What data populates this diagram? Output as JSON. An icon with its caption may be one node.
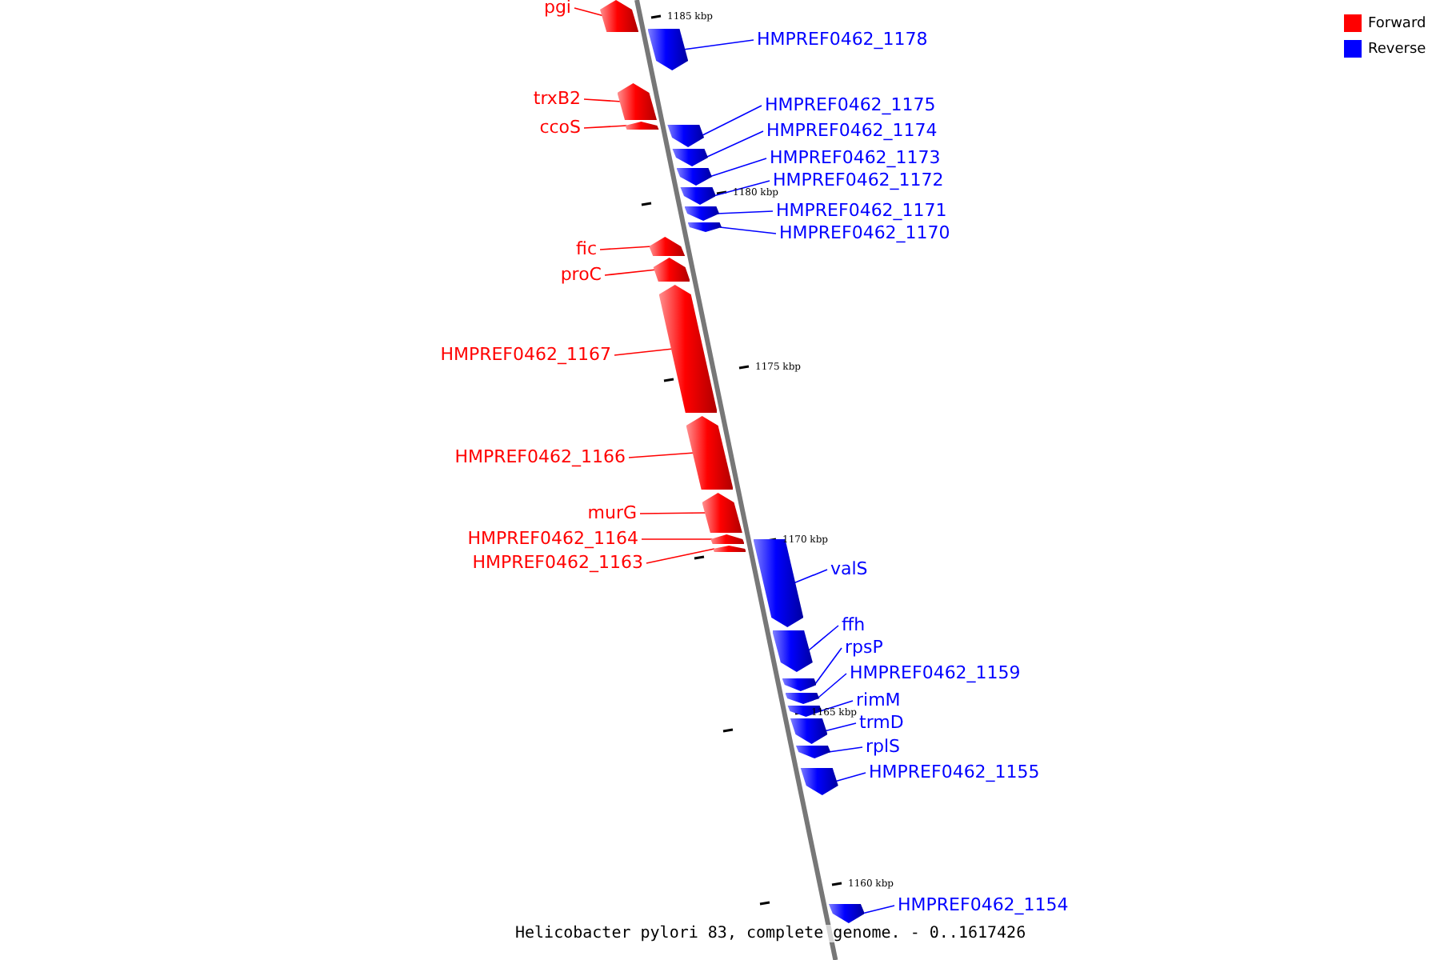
{
  "diagram": {
    "nodes": [
      {
        "text": [
          "pgi"
        ]
      },
      {
        "text": [],
        "shape": "bar"
      },
      {
        "text": [
          "HMPREF0462_1178"
        ]
      },
      {
        "text": [],
        "shape": "bar"
      },
      {
        "text": [
          "trxB2"
        ]
      },
      {
        "text": [],
        "shape": "bar"
      },
      {
        "text": [
          "HMPREF0462_1175"
        ]
      },
      {
        "text": [],
        "shape": "bar"
      },
      {
        "text": [
          "ccoS"
        ]
      },
      {
        "text": [],
        "shape": "bar"
      },
      {
        "text": [
          "HMPREF0462_1174"
        ]
      },
      {
        "text": [],
        "shape": "bar"
      },
      {
        "text": [
          "HMPREF0462_1173"
        ]
      },
      {
        "text": [],
        "shape": "bar"
      },
      {
        "text": [
          "HMPREF0462_1172"
        ]
      },
      {
        "text": [],
        "shape": "bar"
      },
      {
        "text": [
          "HMPREF0462_1171"
        ]
      },
      {
        "text": [],
        "shape": "bar"
      },
      {
        "text": [
          "HMPREF0462_1170"
        ]
      },
      {
        "text": [],
        "shape": "bar"
      },
      {
        "text": [
          "fic"
        ]
      },
      {
        "text": [],
        "shape": "bar"
      },
      {
        "text": [
          "proC"
        ]
      },
      {
        "text": [],
        "shape": "bar"
      },
      {
        "text": [
          "HMPREF0462_1167"
        ]
      },
      {
        "text": [],
        "shape": "bar"
      },
      {
        "text": [
          "HMPREF0462_1166"
        ]
      },
      {
        "text": [],
        "shape": "bar"
      },
      {
        "text": [
          "murG"
        ]
      },
      {
        "text": [],
        "shape": "bar"
      },
      {
        "text": [
          "HMPREF0462_1164"
        ]
      },
      {
        "text": [],
        "shape": "bar"
      },
      {
        "text": [
          "HMPREF0462_1163"
        ]
      },
      {
        "text": [],
        "shape": "bar"
      },
      {
        "text": [
          "valS"
        ]
      },
      {
        "text": [],
        "shape": "bar"
      },
      {
        "text": [
          "ffh"
        ]
      },
      {
        "text": [],
        "shape": "bar"
      },
      {
        "text": [
          "rpsP"
        ]
      },
      {
        "text": [],
        "shape": "bar"
      },
      {
        "text": [
          "HMPREF0462_1159"
        ]
      },
      {
        "text": [],
        "shape": "bar"
      },
      {
        "text": [
          "rimM"
        ]
      },
      {
        "text": [],
        "shape": "bar"
      },
      {
        "text": [
          "trmD"
        ]
      },
      {
        "text": [],
        "shape": "bar"
      },
      {
        "text": [
          "rplS"
        ]
      },
      {
        "text": [],
        "shape": "bar"
      },
      {
        "text": [
          "HMPREF0462_1155"
        ]
      },
      {
        "text": [],
        "shape": "bar"
      },
      {
        "text": [
          "HMPREF0462_1154"
        ]
      },
      {
        "text": [],
        "shape": "bar"
      }
    ],
    "edges": [
      {
        "from": 0,
        "to": 1,
        "arrow": "none",
        "color": "#ff0000"
      },
      {
        "from": 2,
        "to": 3,
        "arrow": "none"
      },
      {
        "from": 4,
        "to": 5,
        "arrow": "none",
        "color": "#ff0000"
      },
      {
        "from": 6,
        "to": 7,
        "arrow": "none"
      },
      {
        "from": 8,
        "to": 9,
        "arrow": "none",
        "color": "#ff0000"
      },
      {
        "from": 10,
        "to": 11,
        "arrow": "none"
      },
      {
        "from": 12,
        "to": 13,
        "arrow": "none"
      },
      {
        "from": 14,
        "to": 15,
        "arrow": "none"
      },
      {
        "from": 16,
        "to": 17,
        "arrow": "none"
      },
      {
        "from": 18,
        "to": 19,
        "arrow": "none"
      },
      {
        "from": 20,
        "to": 21,
        "arrow": "none",
        "color": "#ff0000"
      },
      {
        "from": 22,
        "to": 23,
        "arrow": "none",
        "color": "#ff0000"
      },
      {
        "from": 24,
        "to": 25,
        "arrow": "none",
        "color": "#ff0000"
      },
      {
        "from": 26,
        "to": 27,
        "arrow": "none",
        "color": "#ff0000"
      },
      {
        "from": 28,
        "to": 29,
        "arrow": "none",
        "color": "#ff0000"
      },
      {
        "from": 30,
        "to": 31,
        "arrow": "none",
        "color": "#ff0000"
      },
      {
        "from": 32,
        "to": 33,
        "arrow": "none",
        "color": "#ff0000"
      },
      {
        "from": 34,
        "to": 35,
        "arrow": "none"
      },
      {
        "from": 36,
        "to": 37,
        "arrow": "none"
      },
      {
        "from": 38,
        "to": 39,
        "arrow": "none"
      },
      {
        "from": 40,
        "to": 41,
        "arrow": "none"
      },
      {
        "from": 42,
        "to": 43,
        "arrow": "none"
      },
      {
        "from": 44,
        "to": 45,
        "arrow": "none"
      },
      {
        "from": 46,
        "to": 47,
        "arrow": "none"
      },
      {
        "from": 48,
        "to": 49,
        "arrow": "none"
      },
      {
        "from": 50,
        "to": 51,
        "arrow": "none"
      }
    ],
    "labels": [
      "1185 kbp",
      "1180 kbp",
      "1175 kbp",
      "1170 kbp",
      "1165 kbp",
      "1160 kbp",
      "Helicobacter pylori 83, complete genome. - 0..1617426"
    ],
    "legend": [
      {
        "text": "Forward",
        "color": "#ff0000"
      },
      {
        "text": "Reverse",
        "color": "#0000ff"
      }
    ]
  }
}
